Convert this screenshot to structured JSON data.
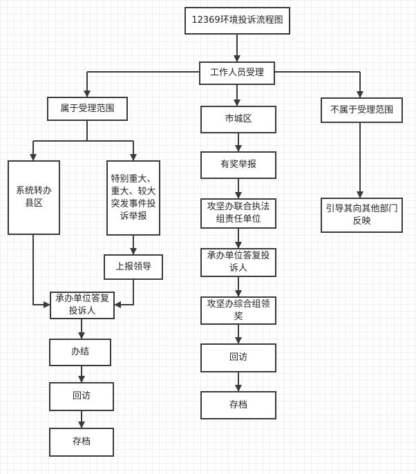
{
  "nodes": {
    "title": "12369环境投诉流程图",
    "staff": "工作人员受理",
    "in_scope": "属于受理范围",
    "city": "市城区",
    "out_scope": "不属于受理范围",
    "county": "系统转办县区",
    "major": "特别重大、重大、较大突发事件投诉举报",
    "reward": "有奖举报",
    "enforce": "攻坚办联合执法组责任单位",
    "guide": "引导其向其他部门反映",
    "report": "上报领导",
    "reply_left": "承办单位答复投诉人",
    "reply_mid": "承办单位答复投诉人",
    "done": "办结",
    "visit_left": "回访",
    "archive_left": "存档",
    "lead_award": "攻坚办综合组领奖",
    "visit_mid": "回访",
    "archive_mid": "存档"
  }
}
